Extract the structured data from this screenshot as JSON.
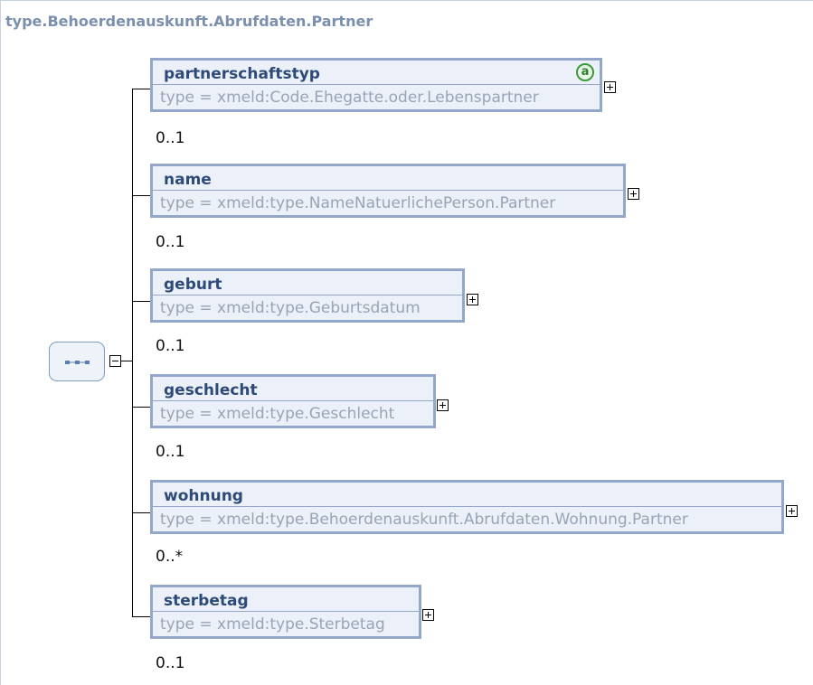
{
  "diagram": {
    "title": "type.Behoerdenauskunft.Abrufdaten.Partner",
    "compositor": "sequence",
    "elements": [
      {
        "name": "partnerschaftstyp",
        "type": "type = xmeld:Code.Ehegatte.oder.Lebenspartner",
        "cardinality": "0..1",
        "attribute_badge": "a"
      },
      {
        "name": "name",
        "type": "type = xmeld:type.NameNatuerlichePerson.Partner",
        "cardinality": "0..1"
      },
      {
        "name": "geburt",
        "type": "type = xmeld:type.Geburtsdatum",
        "cardinality": "0..1"
      },
      {
        "name": "geschlecht",
        "type": "type = xmeld:type.Geschlecht",
        "cardinality": "0..1"
      },
      {
        "name": "wohnung",
        "type": "type = xmeld:type.Behoerdenauskunft.Abrufdaten.Wohnung.Partner",
        "cardinality": "0..*"
      },
      {
        "name": "sterbetag",
        "type": "type = xmeld:type.Sterbetag",
        "cardinality": "0..1"
      }
    ]
  },
  "icons": {
    "collapse": "minus-toggle-icon",
    "expand": "plus-toggle-icon",
    "sequence": "sequence-compositor-icon",
    "attribute": "attribute-icon"
  },
  "colors": {
    "title": "#7b8fae",
    "element_border": "#93a8c8",
    "element_fill": "#ecf1f9",
    "element_name": "#2e4a78",
    "type_text": "#98a4b6",
    "attribute_badge": "#3a9a3a"
  }
}
